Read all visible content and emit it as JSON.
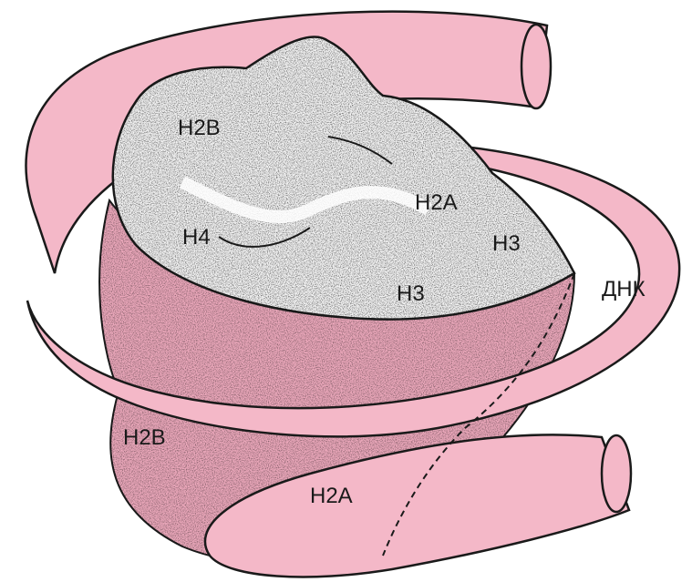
{
  "labels": {
    "h2b_top": "H2B",
    "h2a_top": "H2A",
    "h4": "H4",
    "h3_right": "H3",
    "h3_front": "H3",
    "dna": "ДНК",
    "h2b_bottom": "H2B",
    "h2a_bottom": "H2A"
  },
  "colors": {
    "dna_ribbon": "#f4b8c8",
    "dna_outline": "#1a1a1a",
    "histone_core": "#f2f2f2",
    "histone_lower": "#eaa7ba"
  }
}
